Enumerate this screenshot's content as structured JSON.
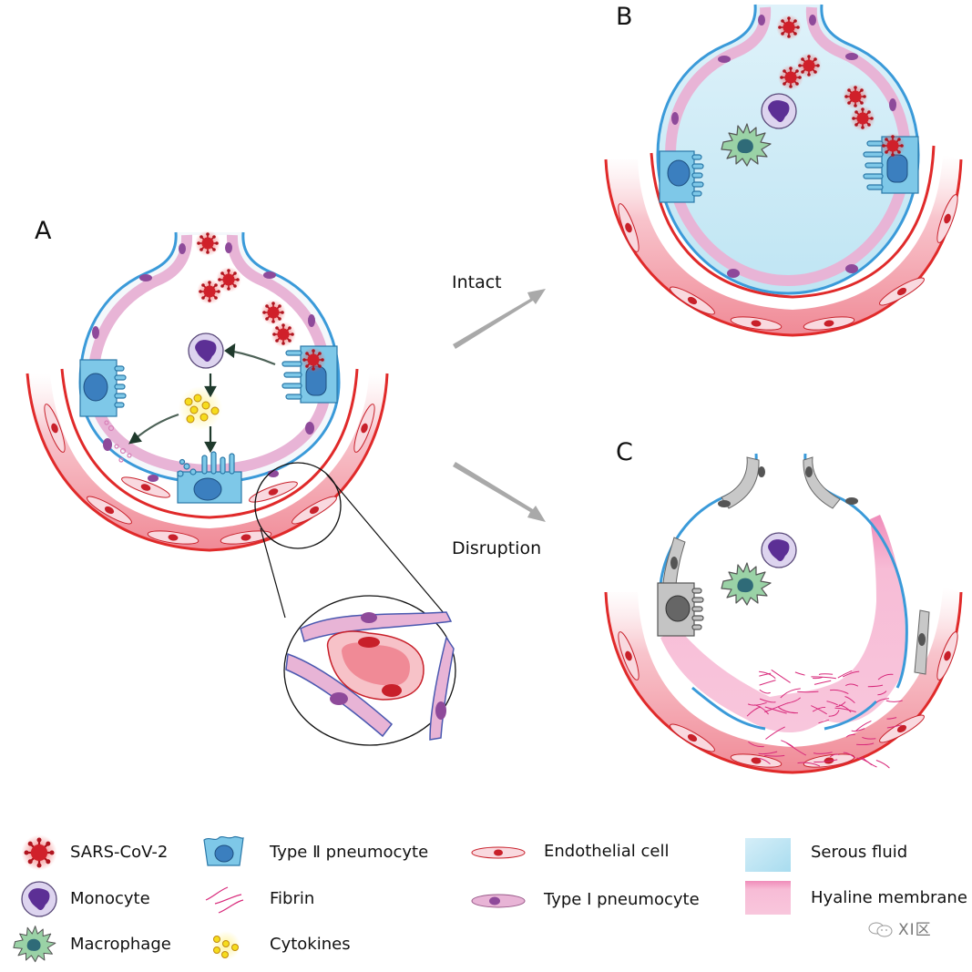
{
  "figure": {
    "panels": {
      "A": {
        "label": "A"
      },
      "B": {
        "label": "B"
      },
      "C": {
        "label": "C"
      }
    },
    "transitions": [
      {
        "label": "Intact",
        "target": "B"
      },
      {
        "label": "Disruption",
        "target": "C"
      }
    ]
  },
  "legend": {
    "items": [
      {
        "key": "sars-cov-2",
        "label": "SARS-CoV-2",
        "icon": "virus-icon"
      },
      {
        "key": "monocyte",
        "label": "Monocyte",
        "icon": "monocyte-icon"
      },
      {
        "key": "macrophage",
        "label": "Macrophage",
        "icon": "macrophage-icon"
      },
      {
        "key": "type2",
        "label": "Type Ⅱ pneumocyte",
        "icon": "type2-pneumocyte-icon"
      },
      {
        "key": "fibrin",
        "label": "Fibrin",
        "icon": "fibrin-icon"
      },
      {
        "key": "cytokines",
        "label": "Cytokines",
        "icon": "cytokines-icon"
      },
      {
        "key": "endothelial",
        "label": "Endothelial cell",
        "icon": "endothelial-cell-icon"
      },
      {
        "key": "type1",
        "label": "Type Ⅰ pneumocyte",
        "icon": "type1-pneumocyte-icon"
      },
      {
        "key": "serous",
        "label": "Serous fluid",
        "icon": "serous-fluid-swatch"
      },
      {
        "key": "hyaline",
        "label": "Hyaline membrane",
        "icon": "hyaline-membrane-swatch"
      }
    ]
  },
  "watermark": {
    "text": "XI区"
  },
  "colors": {
    "alveolar_border": "#3a9ad9",
    "type1_fill": "#e8b4d6",
    "type1_nucleus": "#8e4a9a",
    "type2_fill": "#7ec8e8",
    "type2_nucleus": "#3b7fbf",
    "capillary_red": "#e02a2a",
    "endothelial_fill": "#f9d9df",
    "endothelial_nucleus": "#c8202a",
    "virus": "#d0202a",
    "monocyte_fill": "#d9d0ee",
    "monocyte_nucleus": "#5c2f95",
    "macrophage_fill": "#9ad2a6",
    "macrophage_nucleus": "#2f6b78",
    "cytokine": "#f6dc1c",
    "fibrin": "#d8287a",
    "serous": "#bfe5f3",
    "hyaline": "#f4a8cb",
    "arrow_gray": "#a9a9a9",
    "dead_cell": "#c8c8c8"
  }
}
